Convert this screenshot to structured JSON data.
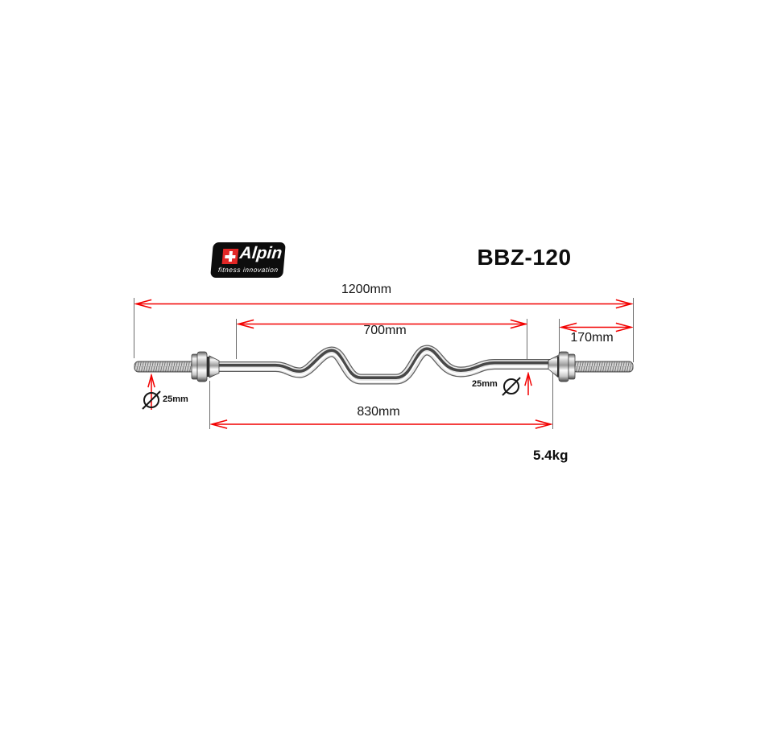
{
  "brand": {
    "name": "Alpin",
    "tagline": "fitness innovation"
  },
  "product": {
    "model": "BBZ-120",
    "weight": "5.4kg"
  },
  "dims": {
    "total_length": "1200mm",
    "grip_length": "700mm",
    "sleeve_length": "170mm",
    "inner_length": "830mm",
    "left_diameter": "25mm",
    "right_diameter": "25mm"
  },
  "colors": {
    "dimension_red": "#f20000",
    "logo_red": "#e32726",
    "logo_bg": "#0d0d0d",
    "metal_light": "#ececec",
    "metal_dark": "#454545"
  }
}
